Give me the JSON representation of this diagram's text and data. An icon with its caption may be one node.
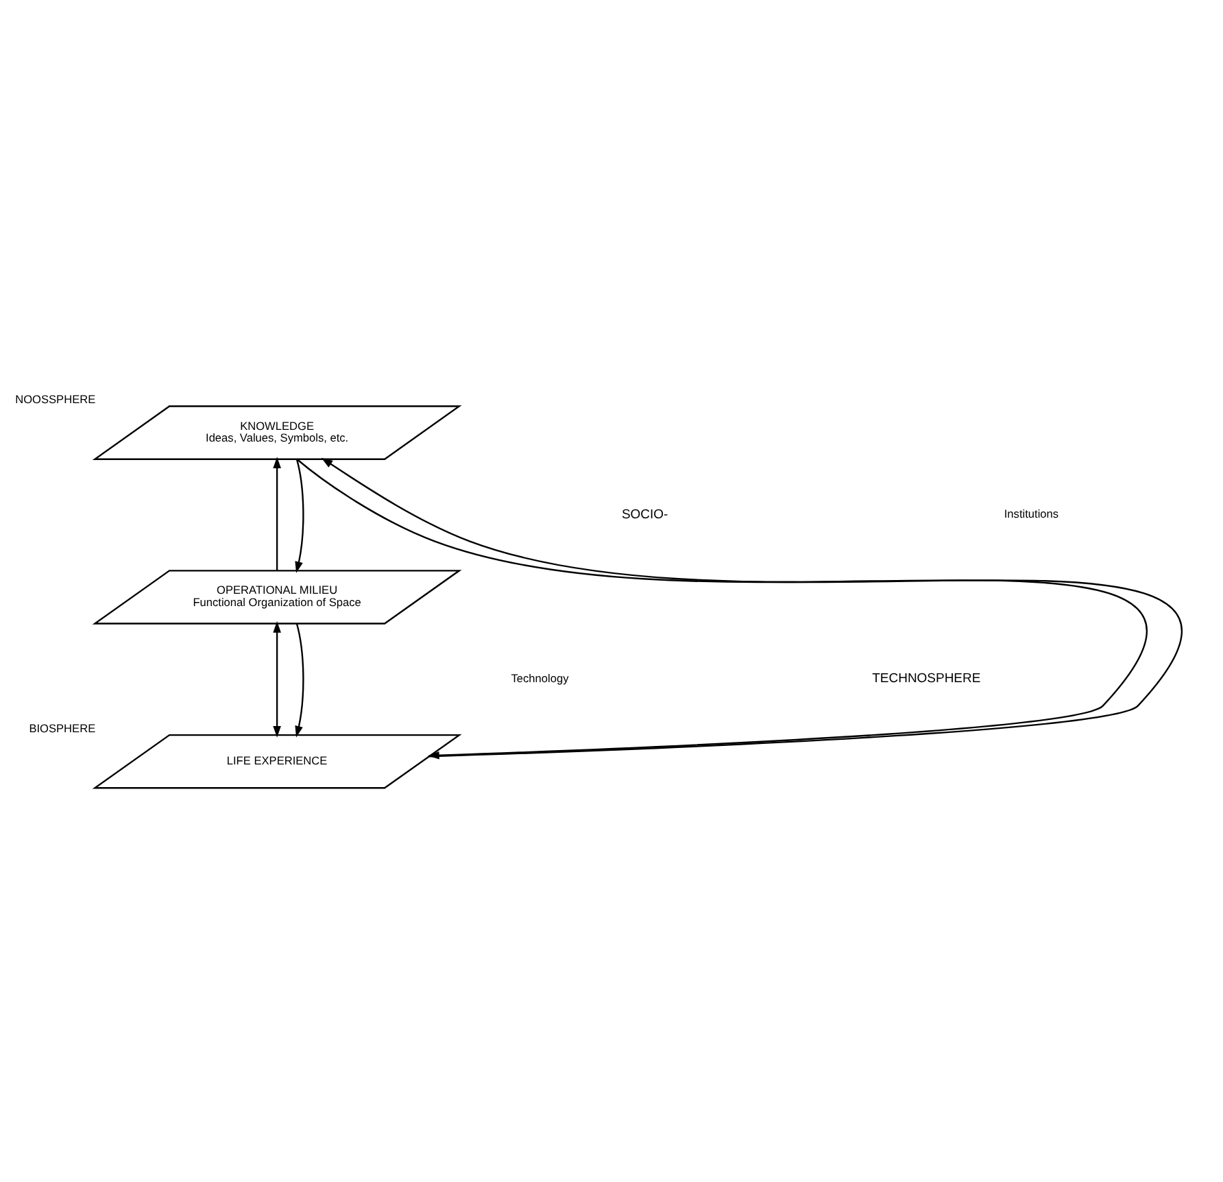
{
  "diagram": {
    "nodes": [
      {
        "text": [
          "KNOWLEDGE",
          "Ideas, Values, Symbols, etc."
        ],
        "beside": [
          "NOOSSPHERE"
        ]
      },
      {
        "text": [
          "OPERATIONAL MILIEU",
          "Functional Organization of Space"
        ]
      },
      {
        "text": [
          "LIFE EXPERIENCE"
        ],
        "beside": [
          "BIOSPHERE"
        ]
      }
    ],
    "edges": [
      {
        "from": 2,
        "to": 0,
        "arrow": "to"
      },
      {
        "from": 1,
        "to": 0,
        "arrow": "to"
      },
      {
        "from": 2,
        "to": 1,
        "arrow": "both"
      },
      {
        "from": 0,
        "to": 1,
        "arrow": "to"
      },
      {
        "from": 0,
        "to": 2,
        "arrow": "to"
      },
      {
        "from": 1,
        "to": 2,
        "arrow": "to"
      }
    ],
    "labels": [
      "SOCIO-",
      "Institutions",
      "Technology",
      "TECHNOSPHERE"
    ]
  }
}
